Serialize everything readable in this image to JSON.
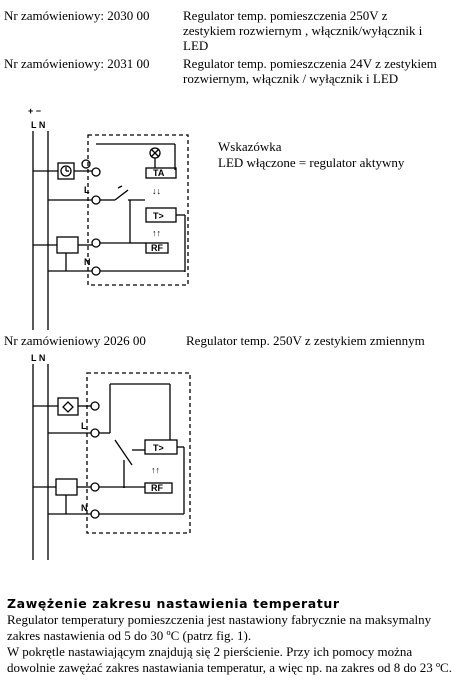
{
  "products": [
    {
      "code": "Nr zamówieniowy: 2030 00",
      "desc_line1": "Regulator temp. pomieszczenia 250V z",
      "desc_line2": "zestykiem rozwiernym , włącznik/wyłącznik i",
      "desc_line3": "LED"
    },
    {
      "code": "Nr zamówieniowy: 2031 00",
      "desc_line1": "Regulator temp. pomieszczenia 24V z zestykiem",
      "desc_line2": "rozwiernym, włącznik / wyłącznik i LED"
    },
    {
      "code": "Nr zamówieniowy 2026 00",
      "desc_line1": "Regulator temp. 250V z zestykiem zmiennym"
    }
  ],
  "note": {
    "title": "Wskazówka",
    "text": "LED włączone = regulator aktywny"
  },
  "diagram1": {
    "top_symbols": "+ −",
    "top_labels": "L N",
    "terminal_L": "L",
    "terminal_N": "N",
    "box_ta": "TA",
    "box_t": "T>",
    "box_rf": "RF",
    "arrows": "↓↓",
    "arrows_up": "↑↑"
  },
  "diagram2": {
    "top_labels": "L N",
    "terminal_L": "L",
    "terminal_N": "N",
    "box_t": "T>",
    "box_rf": "RF",
    "arrows_up": "↑↑"
  },
  "section": {
    "heading": "Zawężenie zakresu nastawienia temperatur",
    "p1": "Regulator temperatury pomieszczenia jest nastawiony fabrycznie na maksymalny zakres nastawienia od 5 do 30 ºC (patrz fig. 1).",
    "p2": "W pokrętle nastawiającym znajdują się 2 pierścienie. Przy ich pomocy można dowolnie zawężać zakres nastawiania temperatur, a więc np. na zakres od 8 do 23 ºC."
  }
}
